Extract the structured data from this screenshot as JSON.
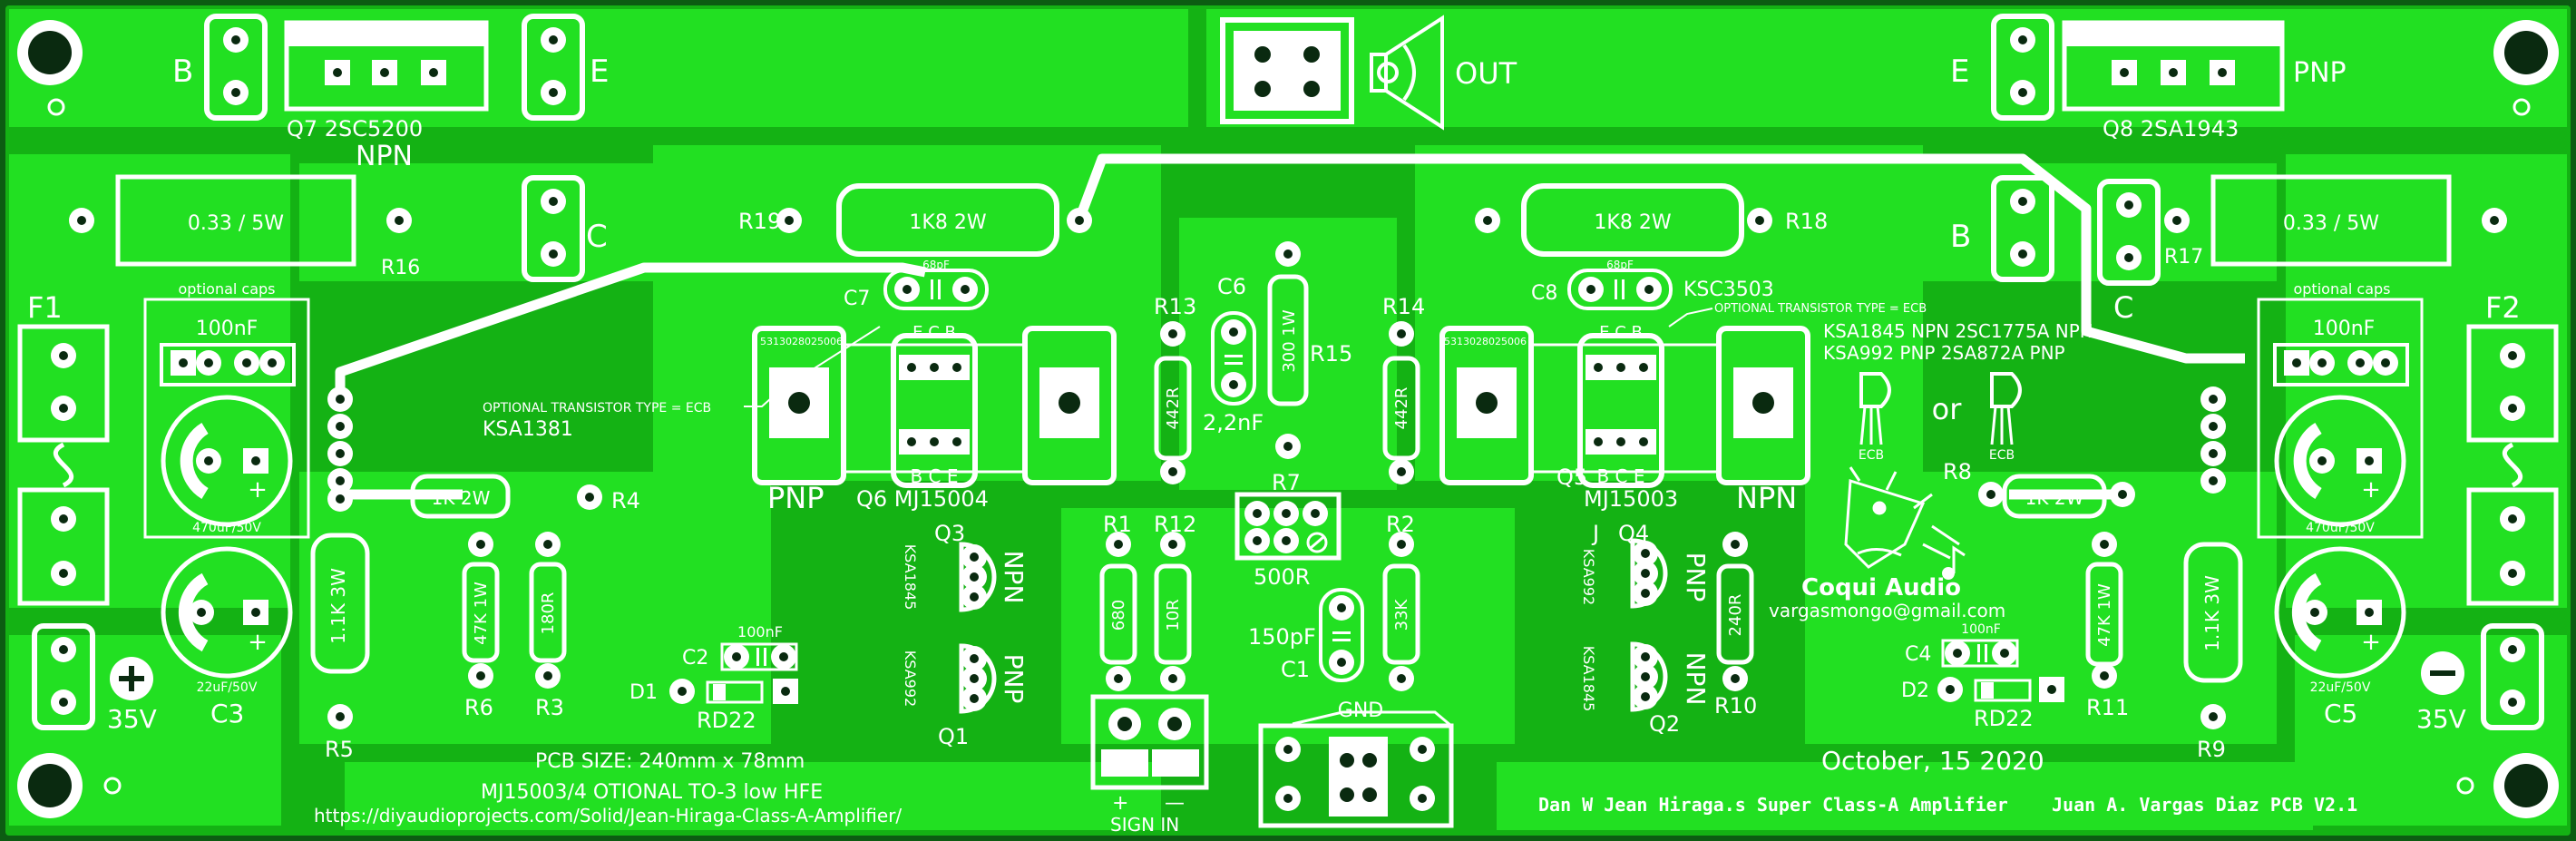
{
  "colors": {
    "board": "#14b214",
    "copper": "#22e022",
    "silk": "#ffffff",
    "edge": "#0c5c12",
    "hole": "#0a2a10"
  },
  "top": {
    "q7_b": "B",
    "q7_e": "E",
    "q7_label": "Q7  2SC5200",
    "q7_type": "NPN",
    "out": "OUT",
    "speaker_icon": "speaker-icon",
    "q8_e": "E",
    "q8_type": "PNP",
    "q8_label": "Q8  2SA1943"
  },
  "left": {
    "r16_value": "0.33 / 5W",
    "r16": "R16",
    "c_pin": "C",
    "f1": "F1",
    "optional_caps": "optional caps",
    "cap100": "100nF",
    "cap470": "470uF/50V",
    "c3_value": "22uF/50V",
    "c3": "C3",
    "v35": "35V",
    "plus_icon": "plus-icon",
    "r4_value": "1K 2W",
    "r4": "R4",
    "r5_value": "1.1K 3W",
    "r5": "R5",
    "r6_value": "47K 1W",
    "r6": "R6",
    "r3_value": "180R",
    "r3": "R3",
    "c2": "C2",
    "c2_value": "100nF",
    "d1": "D1",
    "rd22": "RD22"
  },
  "middle": {
    "r19": "R19",
    "r19_value": "1K8 2W",
    "c7": "C7",
    "c7_value": "68pF",
    "code": "5313028025006",
    "ecb": "E C B",
    "opt_type": "OPTIONAL TRANSISTOR TYPE = ECB",
    "ksa1381": "KSA1381",
    "pnp": "PNP",
    "q6": "Q6 MJ15004",
    "bce": "B C E",
    "q3": "Q3",
    "q3_part": "KSA1845",
    "q1": "Q1",
    "q1_part": "KSA992",
    "npn": "NPN",
    "r13": "R13",
    "r13_value": "442R",
    "c6": "C6",
    "c6_value": "2,2nF",
    "r15": "R15",
    "r15_value": "300 1W",
    "r14": "R14",
    "r14_value": "442R",
    "r7": "R7",
    "r7_value": "500R",
    "r1": "R1",
    "r1_value": "680",
    "r12": "R12",
    "r12_value": "10R",
    "r2": "R2",
    "r2_value": "33K",
    "c1": "C1",
    "c1_value": "150pF",
    "gnd": "GND",
    "sign_in": "SIGN IN",
    "sig_plus": "+",
    "sig_minus": "—"
  },
  "right": {
    "r18": "R18",
    "r18_value": "1K8 2W",
    "b_pin": "B",
    "c_pin": "C",
    "r17": "R17",
    "r17_value": "0.33 / 5W",
    "c8": "C8",
    "c8_value": "68pF",
    "ksc3503": "KSC3503",
    "opt_type": "OPTIONAL TRANSISTOR TYPE = ECB",
    "alt1": "KSA1845 NPN   2SC1775A NPN",
    "alt2": "KSA992 PNP     2SA872A PNP",
    "or": "or",
    "ecb_small": "ECB",
    "code": "5313028025006",
    "ecb": "E C B",
    "bce": "B C E",
    "q5": "Q5",
    "q5_part": "MJ15003",
    "npn": "NPN",
    "f2": "F2",
    "optional_caps": "optional caps",
    "cap100": "100nF",
    "cap470": "470uF/50V",
    "r8": "R8",
    "r8_value": "1K 2W",
    "j": "J",
    "q4": "Q4",
    "q4_part": "KSA992",
    "pnp": "PNP",
    "q2": "Q2",
    "q2_part": "KSA1845",
    "q2_type": "NPN",
    "r10": "R10",
    "r10_value": "240R",
    "c4": "C4",
    "c4_value": "100nF",
    "d2": "D2",
    "rd22": "RD22",
    "r11": "R11",
    "r11_value": "47K 1W",
    "r9": "R9",
    "r9_value": "1.1K 3W",
    "c5": "C5",
    "c5_value": "22uF/50V",
    "v35": "35V",
    "minus_icon": "minus-icon",
    "brand": "Coqui Audio",
    "email": "vargasmongo@gmail.com",
    "logo": "coqui-frog-logo"
  },
  "bottom": {
    "pcb_size": "PCB SIZE: 240mm x 78mm",
    "note": "MJ15003/4 OTIONAL TO-3 low HFE",
    "url": "https://diyaudioprojects.com/Solid/Jean-Hiraga-Class-A-Amplifier/",
    "date": "October, 15 2020",
    "title": "Dan W Jean Hiraga.s Super Class-A Amplifier",
    "author": "Juan A. Vargas Diaz PCB V2.1"
  }
}
